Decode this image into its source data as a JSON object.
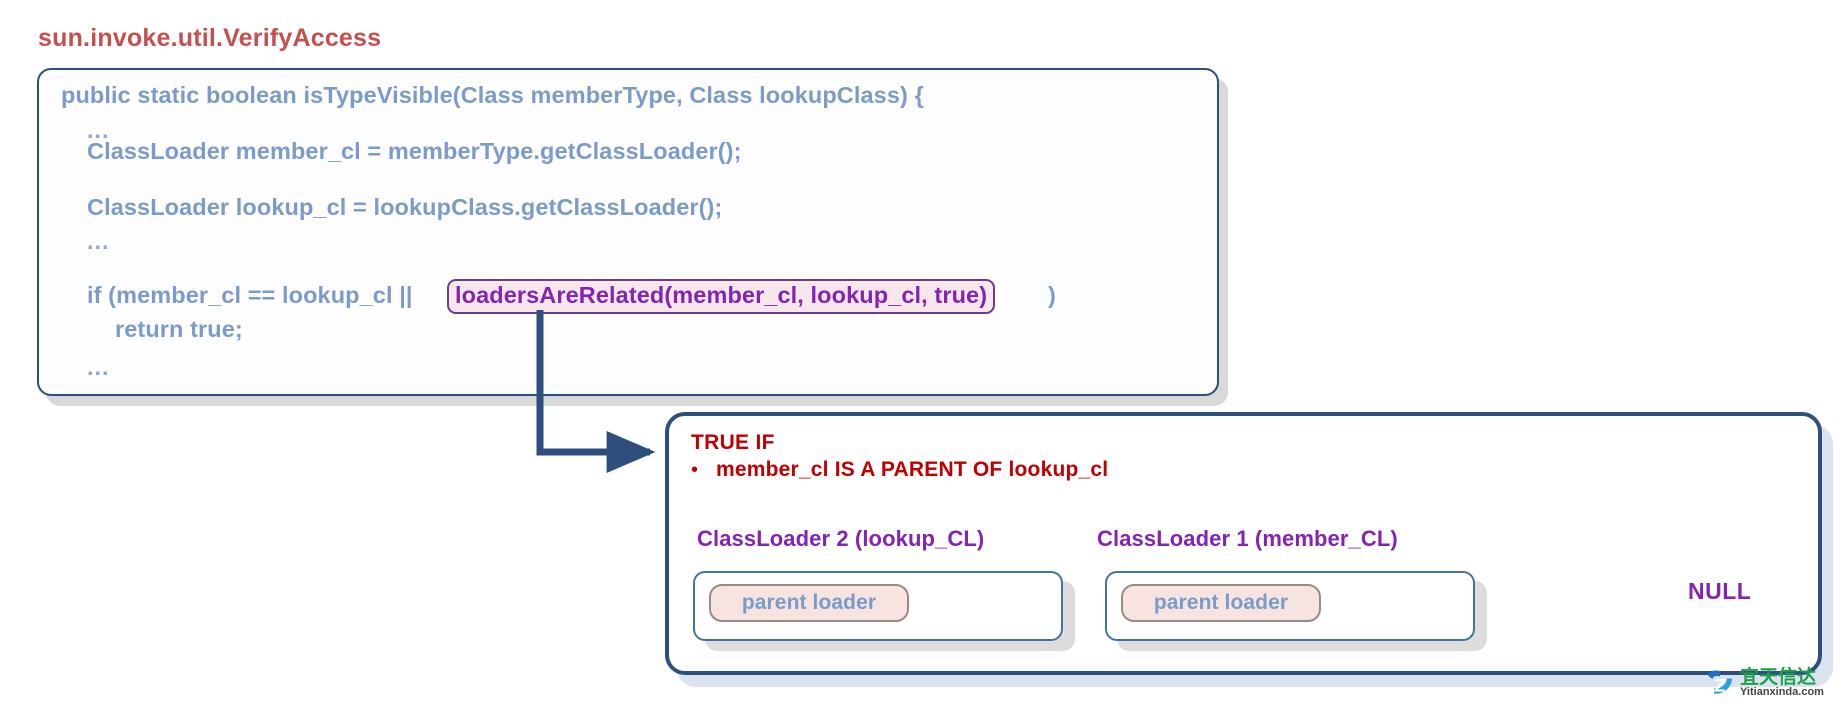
{
  "title": "sun.invoke.util.VerifyAccess",
  "code": {
    "lines": [
      {
        "text": "public static boolean isTypeVisible(Class memberType, Class lookupClass) {",
        "indent": 0
      },
      {
        "text": "...",
        "indent": 1
      },
      {
        "text": "ClassLoader member_cl = memberType.getClassLoader();",
        "indent": 1
      },
      {
        "text": "ClassLoader lookup_cl = lookupClass.getClassLoader();",
        "indent": 1
      },
      {
        "text": "...",
        "indent": 1
      },
      {
        "text": "if (member_cl == lookup_cl ||",
        "indent": 1
      },
      {
        "text": "return true;",
        "indent": 2
      },
      {
        "text": "...",
        "indent": 1
      }
    ],
    "highlighted_call": "loadersAreRelated(member_cl, lookup_cl, true)",
    "trailing_paren": ")"
  },
  "result_panel": {
    "heading": "TRUE IF",
    "bullet_marker": "•",
    "bullet_text": "member_cl IS A PARENT OF lookup_cl",
    "classloaders": [
      {
        "caption": "ClassLoader 2 (lookup_CL)",
        "chip": "parent loader"
      },
      {
        "caption": "ClassLoader 1 (member_CL)",
        "chip": "parent loader"
      }
    ],
    "terminal": "NULL"
  },
  "watermark": {
    "cn": "宜天信达",
    "en": "Yitianxinda.com"
  },
  "colors": {
    "title_red": "#c5504f",
    "code_blue": "#7b9bc9",
    "highlight_purple": "#8324b3",
    "panel_border": "#2e4e7e",
    "true_red": "#c00000",
    "chip_bg": "#f7e3e0"
  }
}
